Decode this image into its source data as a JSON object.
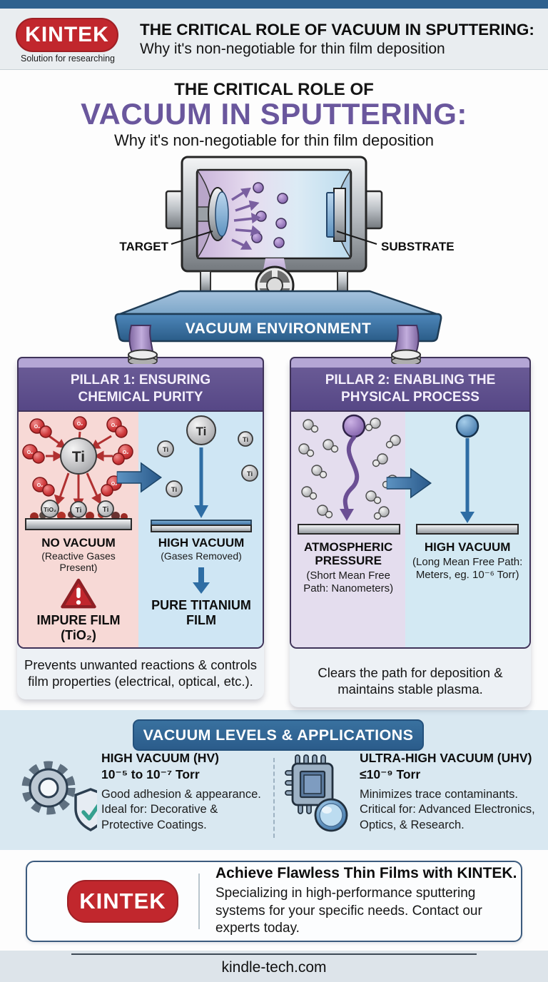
{
  "header": {
    "logo_text": "KINTEK",
    "logo_tagline": "Solution for researching",
    "title": "THE CRITICAL ROLE OF VACUUM IN SPUTTERING:",
    "subtitle": "Why it's non-negotiable for thin film deposition"
  },
  "hero": {
    "kicker": "THE CRITICAL ROLE OF",
    "title": "VACUUM IN SPUTTERING:",
    "subtitle": "Why it's non-negotiable for thin film deposition"
  },
  "diagram": {
    "target_label": "TARGET",
    "substrate_label": "SUBSTRATE",
    "platform_label": "VACUUM ENVIRONMENT"
  },
  "pillar1": {
    "header": "PILLAR 1: ENSURING CHEMICAL PURITY",
    "atom_label": "Ti",
    "gas_label": "O₂",
    "surface_labels": [
      "TiO₂",
      "Ti",
      "Ti"
    ],
    "no_vacuum": {
      "title": "NO VACUUM",
      "subtitle": "(Reactive Gases Present)",
      "result_line1": "IMPURE FILM",
      "result_line2": "(TiO₂)"
    },
    "high_vacuum": {
      "title": "HIGH VACUUM",
      "subtitle": "(Gases Removed)",
      "result": "PURE TITANIUM FILM"
    },
    "caption": "Prevents unwanted reactions & controls film properties (electrical, optical, etc.)."
  },
  "pillar2": {
    "header": "PILLAR 2: ENABLING THE PHYSICAL PROCESS",
    "left": {
      "title": "ATMOSPHERIC PRESSURE",
      "subtitle": "(Short Mean Free Path: Nanometers)"
    },
    "right": {
      "title": "HIGH VACUUM",
      "subtitle": "(Long Mean Free Path: Meters, eg. 10⁻⁶ Torr)"
    },
    "caption": "Clears the path for deposition & maintains stable plasma."
  },
  "levels": {
    "banner": "VACUUM LEVELS & APPLICATIONS",
    "items": [
      {
        "icon": "gear-shield-icon",
        "title": "HIGH VACUUM (HV)",
        "range": "10⁻⁵ to 10⁻⁷ Torr",
        "desc": "Good adhesion & appearance. Ideal for: Decorative & Protective Coatings."
      },
      {
        "icon": "chip-lens-icon",
        "title": "ULTRA-HIGH VACUUM (UHV)",
        "range": "≤10⁻⁹ Torr",
        "desc": "Minimizes trace contaminants. Critical for: Advanced Electronics, Optics, & Research."
      }
    ]
  },
  "cta": {
    "logo_text": "KINTEK",
    "headline": "Achieve Flawless Thin Films with KINTEK.",
    "body": "Specializing in high-performance sputtering systems for your specific needs. Contact our experts today."
  },
  "footer": {
    "site": "kindle-tech.com"
  },
  "colors": {
    "accent_purple": "#6a579d",
    "header_purple": "#564786",
    "brand_red": "#c1272d",
    "platform_blue": "#2b5e8a",
    "section_blue": "#d9e8f1"
  }
}
